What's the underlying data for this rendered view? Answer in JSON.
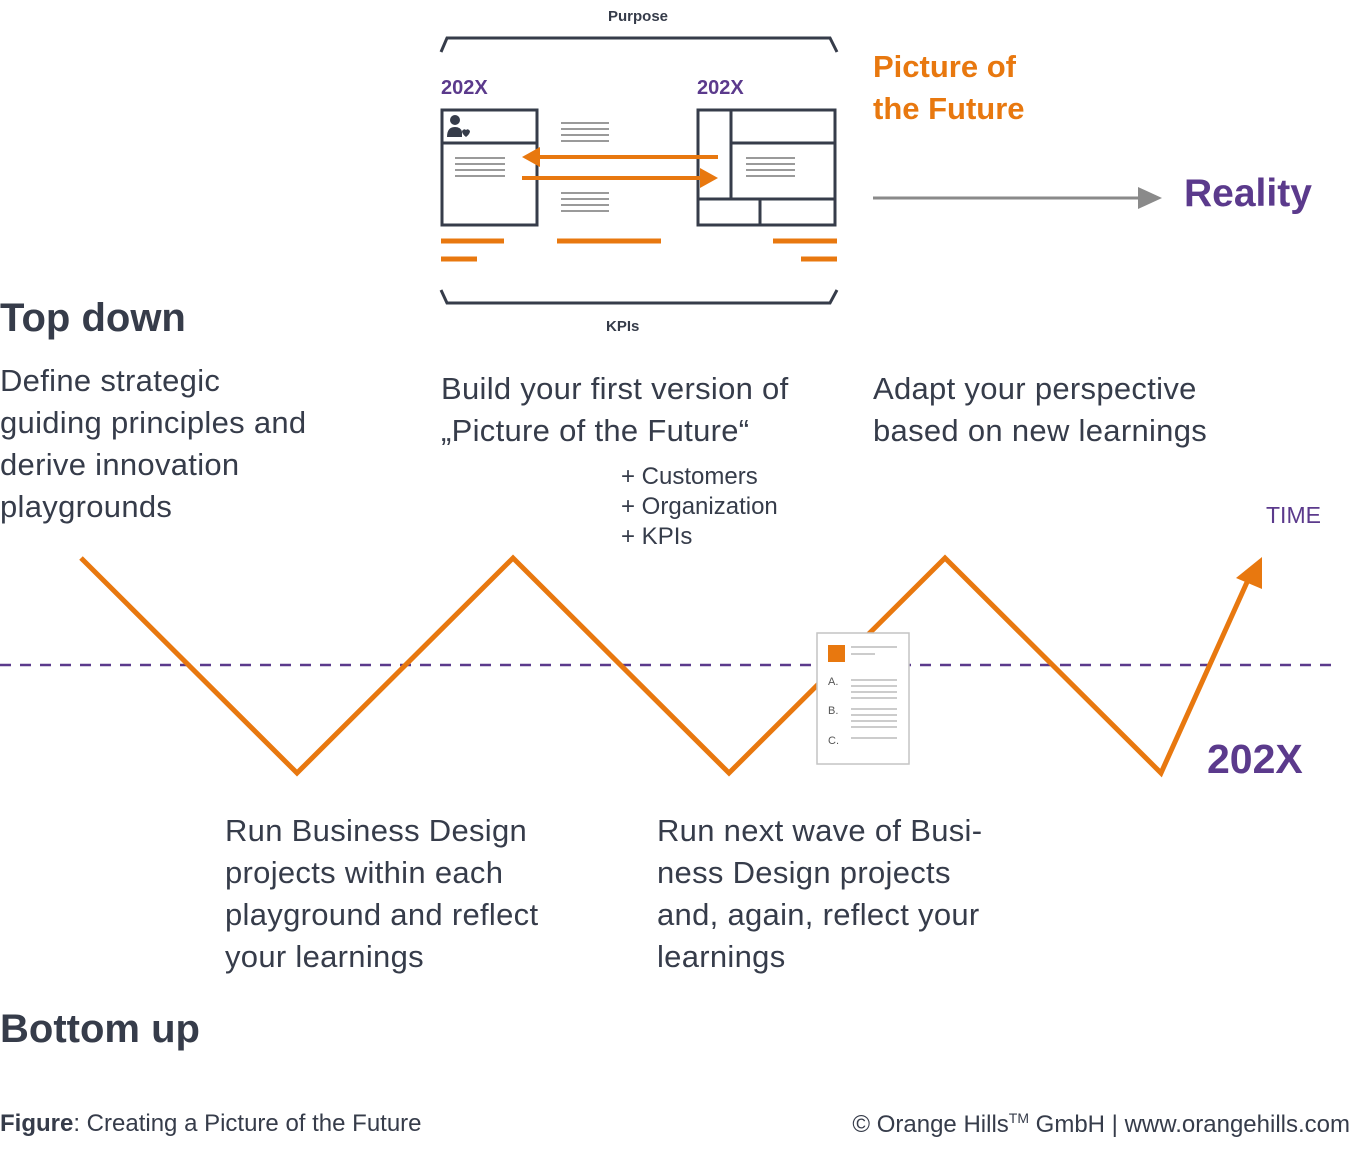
{
  "top_diagram": {
    "purpose_label": "Purpose",
    "kpis_label": "KPIs",
    "left_year": "202X",
    "right_year": "202X",
    "picture_of_future_line1": "Picture of",
    "picture_of_future_line2": "the Future",
    "reality_label": "Reality"
  },
  "top_down": {
    "title": "Top down",
    "text_lines": [
      "Define strategic",
      "guiding principles and",
      "derive innovation",
      "playgrounds"
    ]
  },
  "build_version": {
    "text_lines": [
      "Build your first version of",
      "„Picture of the Future“"
    ],
    "bullets": [
      "+ Customers",
      "+ Organization",
      "+ KPIs"
    ]
  },
  "adapt_perspective": {
    "text_lines": [
      "Adapt your perspective",
      "based on new learnings"
    ]
  },
  "timeline": {
    "time_label": "TIME",
    "end_year": "202X"
  },
  "document_icon": {
    "items": [
      "A.",
      "B.",
      "C."
    ]
  },
  "run_projects": {
    "text_lines": [
      "Run Business Design",
      "projects within each",
      "playground and reflect",
      "your learnings"
    ]
  },
  "run_next_wave": {
    "text_lines": [
      "Run next wave of Busi-",
      "ness Design projects",
      "and, again, reflect your",
      "learnings"
    ]
  },
  "bottom_up": {
    "title": "Bottom up"
  },
  "footer": {
    "figure_bold": "Figure",
    "figure_text": ": Creating a Picture of the Future",
    "copyright_pre": "© Orange Hills",
    "trademark": "TM",
    "copyright_post": " GmbH | www.orangehills.com"
  },
  "colors": {
    "orange": "#e8780f",
    "purple": "#5b3a8c",
    "dark": "#363c4a",
    "gray": "#8a8a8a"
  }
}
